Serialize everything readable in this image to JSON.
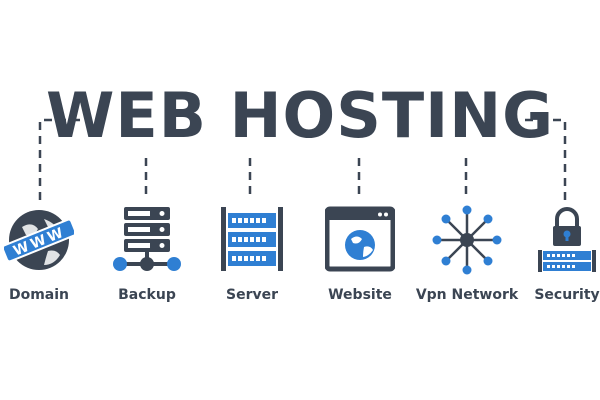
{
  "title": "WEB HOSTING",
  "items": [
    {
      "label": "Domain",
      "icon": "globe-www-icon"
    },
    {
      "label": "Backup",
      "icon": "backup-server-icon"
    },
    {
      "label": "Server",
      "icon": "server-rack-icon"
    },
    {
      "label": "Website",
      "icon": "browser-globe-icon"
    },
    {
      "label": "Vpn Network",
      "icon": "network-hub-icon"
    },
    {
      "label": "Security",
      "icon": "lock-server-icon"
    }
  ],
  "colors": {
    "dark": "#3b4553",
    "accent": "#2f7fd3"
  }
}
